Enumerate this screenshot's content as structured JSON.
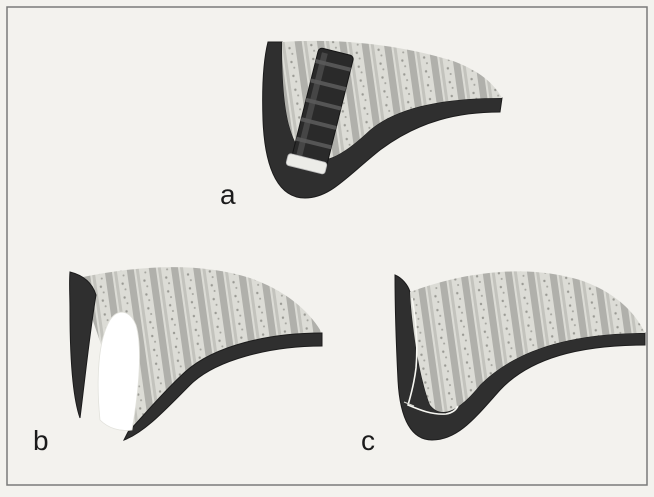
{
  "panels": [
    {
      "id": "a",
      "label": "a"
    },
    {
      "id": "b",
      "label": "b"
    },
    {
      "id": "c",
      "label": "c"
    }
  ],
  "colors": {
    "background": "#f3f2ee",
    "frame": "#7a7a7a",
    "cortex": "#2f2f2f",
    "cortex_edge": "#1c1c1c",
    "marrow": "#dcdcd6",
    "marrow_stripe": "#8c8c86",
    "implant": "#2a2a2a",
    "implant_highlight": "#5a5a5a",
    "implant_tip": "#ecece8",
    "cavity": "#ffffff",
    "crack_line": "#f7f7f2"
  }
}
